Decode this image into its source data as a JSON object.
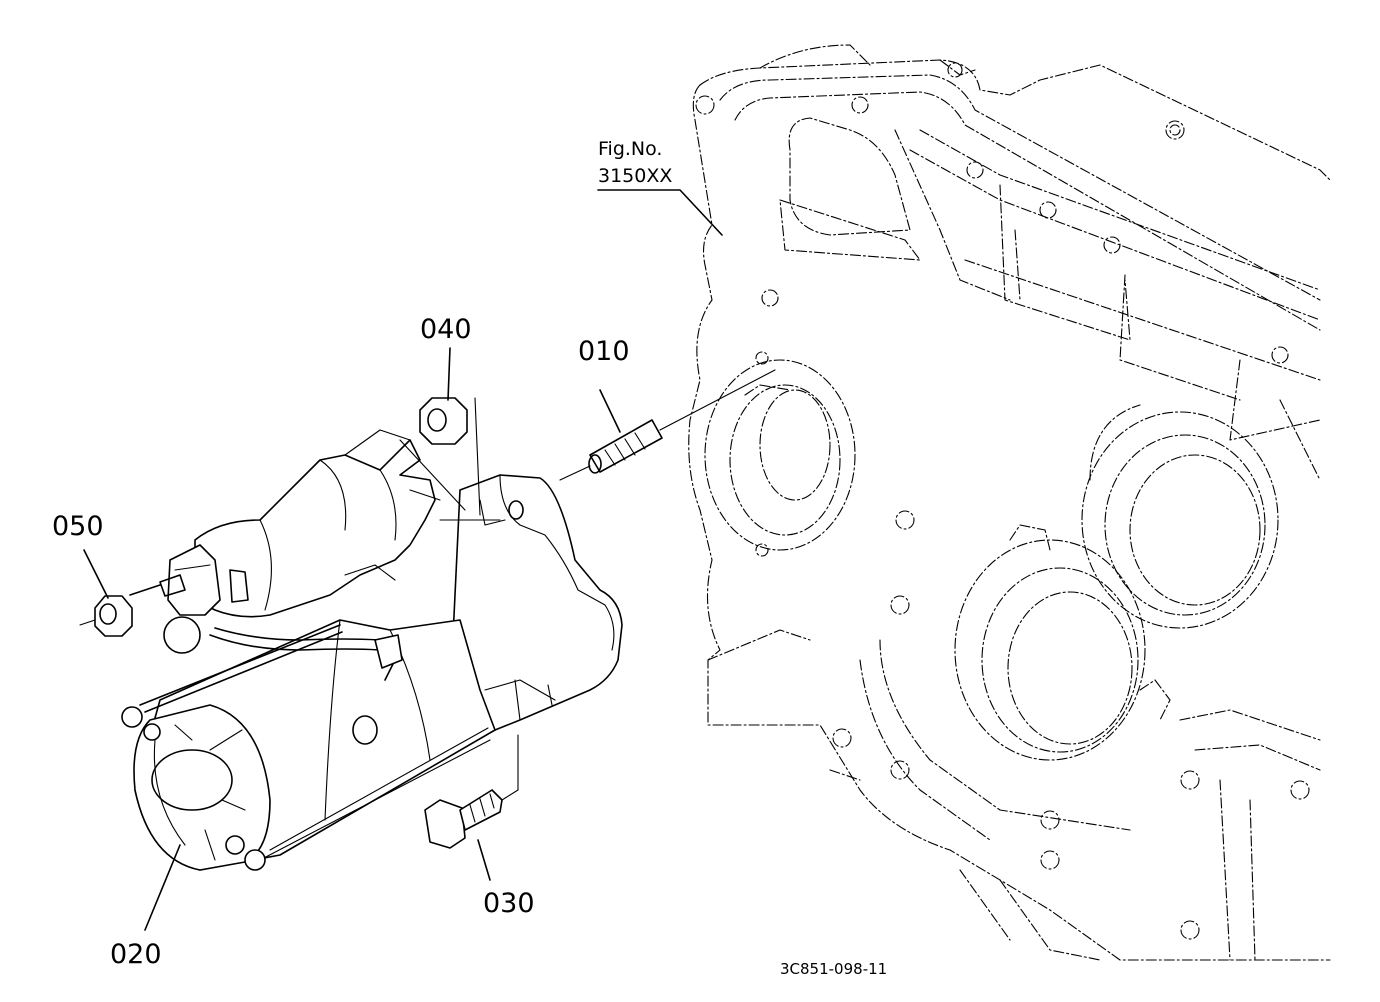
{
  "figure": {
    "fig_ref_label": "Fig.No.",
    "fig_ref_number": "3150XX",
    "drawing_code": "3C851-098-11"
  },
  "parts": [
    {
      "id": "p010",
      "number": "010"
    },
    {
      "id": "p020",
      "number": "020"
    },
    {
      "id": "p030",
      "number": "030"
    },
    {
      "id": "p040",
      "number": "040"
    },
    {
      "id": "p050",
      "number": "050"
    }
  ]
}
